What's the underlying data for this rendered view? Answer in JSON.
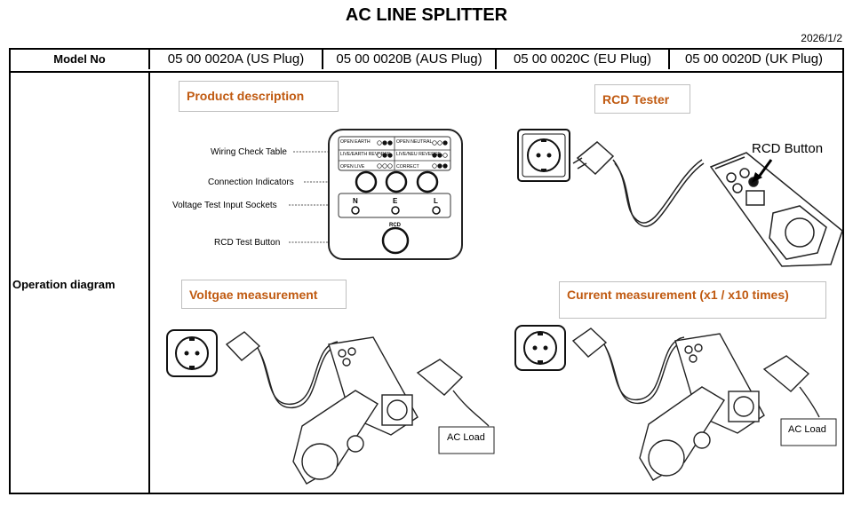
{
  "document": {
    "title": "AC LINE SPLITTER",
    "date": "2026/1/2"
  },
  "table": {
    "model_label": "Model No",
    "models": [
      "05 00 0020A (US Plug)",
      "05 00 0020B (AUS Plug)",
      "05 00 0020C (EU Plug)",
      "05 00 0020D (UK Plug)"
    ],
    "row_label": "Operation diagram"
  },
  "sections": {
    "product_description": "Product description",
    "rcd_tester": "RCD Tester",
    "voltage_measurement": "Voltgae measurement",
    "current_measurement": "Current measurement (x1 / x10 times)"
  },
  "product_callouts": {
    "wiring_check_table": "Wiring Check Table",
    "connection_indicators": "Connection Indicators",
    "voltage_test_sockets": "Voltage Test Input Sockets",
    "rcd_test_button": "RCD Test Button"
  },
  "device_panel": {
    "open_earth": "OPEN EARTH",
    "open_neutral": "OPEN NEUTRAL",
    "live_earth_reverse": "LIVE/EARTH REVERSE",
    "live_neu_reverse": "LIVE/NEU REVERSE",
    "open_live": "OPEN LIVE",
    "correct": "CORRECT",
    "socket_n": "N",
    "socket_e": "E",
    "socket_l": "L",
    "rcd": "RCD"
  },
  "rcd_tester_labels": {
    "rcd_button": "RCD Button"
  },
  "load_labels": {
    "voltage_ac_load": "AC Load",
    "current_ac_load": "AC Load"
  }
}
